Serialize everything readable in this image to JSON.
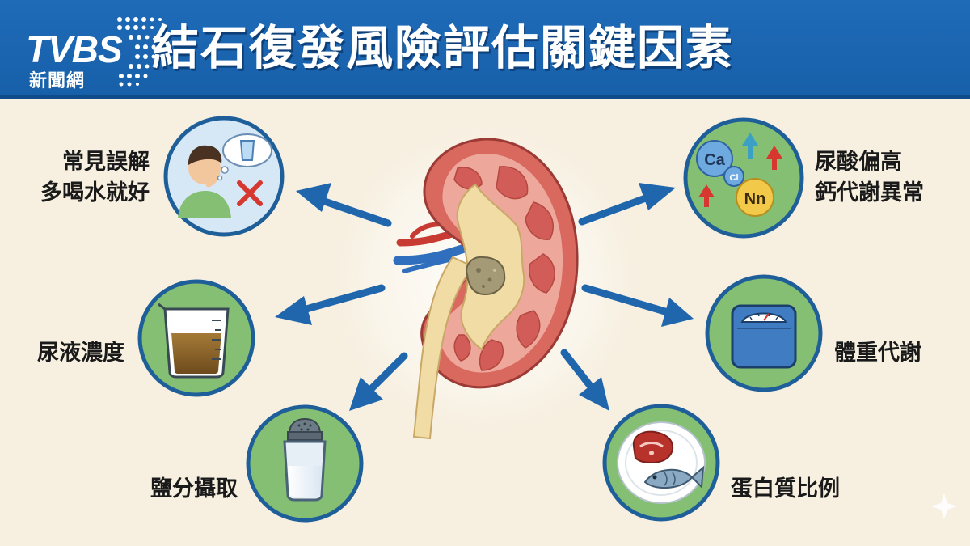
{
  "header": {
    "title": "結石復發風險評估關鍵因素",
    "logo_mark": "TVBS",
    "logo_sub": "新聞網"
  },
  "factors": {
    "misconception": {
      "lines": [
        "常見誤解",
        "多喝水就好"
      ]
    },
    "urine_concentration": {
      "lines": [
        "尿液濃度"
      ]
    },
    "salt_intake": {
      "lines": [
        "鹽分攝取"
      ]
    },
    "uric_acid_calcium": {
      "lines": [
        "尿酸偏高",
        "鈣代謝異常"
      ]
    },
    "weight_metabolism": {
      "lines": [
        "體重代謝"
      ]
    },
    "protein_ratio": {
      "lines": [
        "蛋白質比例"
      ]
    }
  },
  "icons": {
    "ion_labels": {
      "calcium": "Ca",
      "chloride": "Cl",
      "sodium": "Nn"
    }
  },
  "colors": {
    "header_blue": "#1f6bb8",
    "arrow_blue": "#1f66ad",
    "circle_fill": "#84bf73",
    "circle_border": "#1f5f99",
    "kidney_red": "#d9685f",
    "background": "#f7f0e1"
  }
}
